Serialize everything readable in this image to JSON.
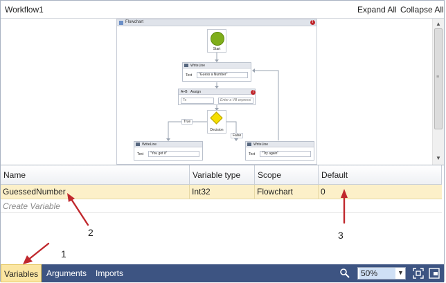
{
  "header": {
    "title": "Workflow1",
    "expand_all": "Expand All",
    "collapse_all": "Collapse All"
  },
  "designer": {
    "flowchart_label": "Flowchart",
    "start_label": "Start",
    "writeline1": {
      "title": "WriteLine",
      "key": "Text",
      "value": "\"Guess a Number\""
    },
    "assign": {
      "title": "Assign",
      "prefix": "A+B",
      "to_placeholder": "To",
      "value_placeholder": "Enter a VB expressi"
    },
    "decision_label": "Decision",
    "true_label": "True",
    "false_label": "False",
    "writeline_true": {
      "title": "WriteLine",
      "key": "Text",
      "value": "\"You got it\""
    },
    "writeline_false": {
      "title": "WriteLine",
      "key": "Text",
      "value": "\"Try again\""
    },
    "error_glyph": "!"
  },
  "grid": {
    "columns": [
      "Name",
      "Variable type",
      "Scope",
      "Default"
    ],
    "rows": [
      {
        "name": "GuessedNumber",
        "type": "Int32",
        "scope": "Flowchart",
        "default": "0"
      }
    ],
    "create_variable": "Create Variable"
  },
  "annotations": [
    "1",
    "2",
    "3"
  ],
  "annotation_color": "#c0282d",
  "bottom_bar": {
    "tabs": [
      "Variables",
      "Arguments",
      "Imports"
    ],
    "zoom": "50%",
    "search_icon": "magnifier-icon",
    "fit_icon": "fit-to-screen-icon",
    "overview_icon": "overview-icon"
  },
  "colors": {
    "bar_background": "#3d5482",
    "selected_row": "#fcf0c9",
    "active_tab": "#fbe6a2",
    "start_node": "#7fae1a",
    "decision_node": "#f5de00"
  }
}
